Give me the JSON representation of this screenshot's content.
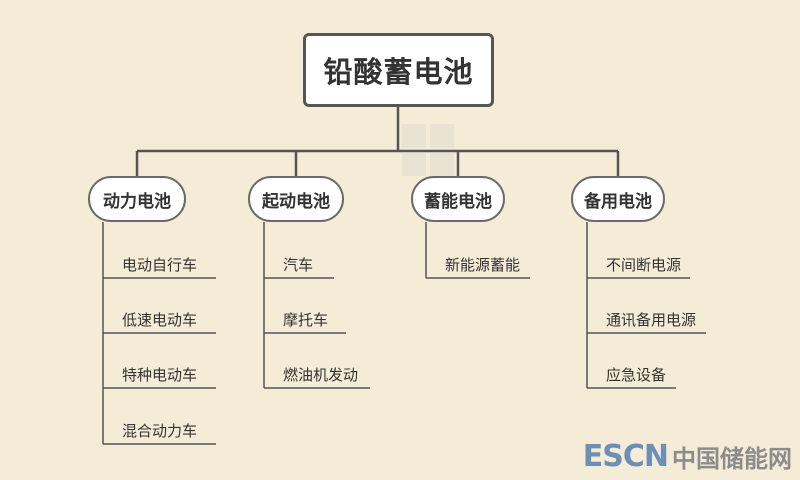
{
  "root": {
    "label": "铅酸蓄电池"
  },
  "categories": [
    {
      "label": "动力电池",
      "items": [
        "电动自行车",
        "低速电动车",
        "特种电动车",
        "混合动力车"
      ]
    },
    {
      "label": "起动电池",
      "items": [
        "汽车",
        "摩托车",
        "燃油机发动"
      ]
    },
    {
      "label": "蓄能电池",
      "items": [
        "新能源蓄能"
      ]
    },
    {
      "label": "备用电池",
      "items": [
        "不间断电源",
        "通讯备用电源",
        "应急设备"
      ]
    }
  ],
  "logo": {
    "en": "ESCN",
    "cn": "中国储能网"
  },
  "colors": {
    "background": "#f5ecd7",
    "line": "#555555",
    "node_fill": "#ffffff",
    "logo_blue": "#6d8fb7"
  }
}
